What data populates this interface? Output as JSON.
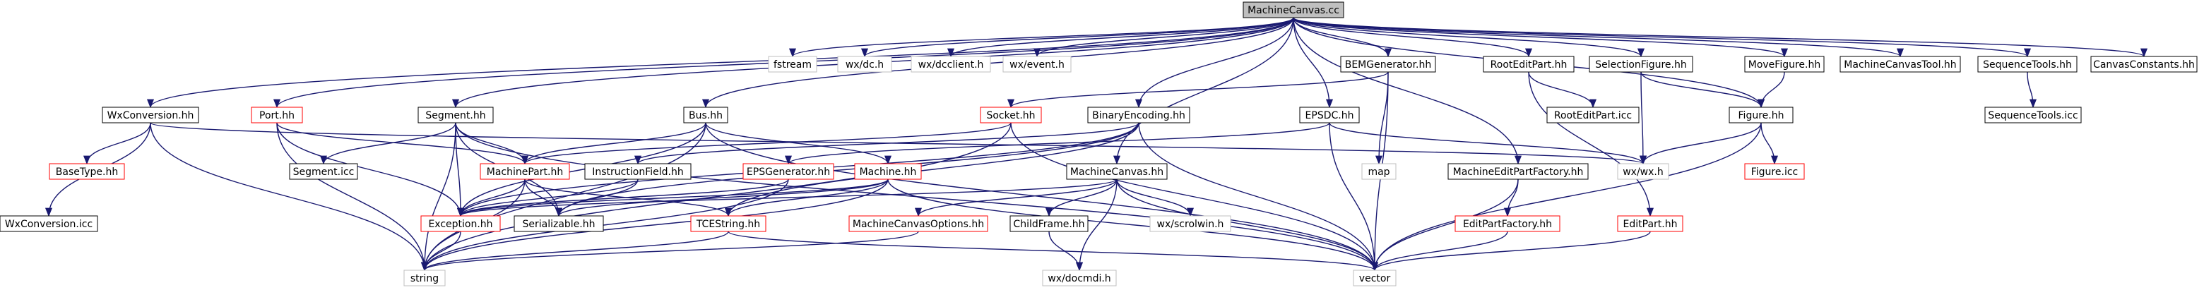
{
  "colors": {
    "edge": "#191970",
    "edge_gray": "#c0c0c0",
    "box_root_fill": "#bfbfbf",
    "box_border_black": "#000000",
    "box_border_red": "#ff0000",
    "box_border_gray": "#bfbfbf",
    "text": "#000000"
  },
  "nodes": {
    "machinecanvas_cc": {
      "label": "MachineCanvas.cc",
      "style": "root"
    },
    "fstream": {
      "label": "fstream",
      "style": "gray"
    },
    "wx_dc_h": {
      "label": "wx/dc.h",
      "style": "gray"
    },
    "wx_dcclient_h": {
      "label": "wx/dcclient.h",
      "style": "gray"
    },
    "wx_event_h": {
      "label": "wx/event.h",
      "style": "gray"
    },
    "bemgenerator_hh": {
      "label": "BEMGenerator.hh",
      "style": "black"
    },
    "rooteditpart_hh": {
      "label": "RootEditPart.hh",
      "style": "black"
    },
    "selectionfigure_hh": {
      "label": "SelectionFigure.hh",
      "style": "black"
    },
    "movefigure_hh": {
      "label": "MoveFigure.hh",
      "style": "black"
    },
    "machinecanvastool_hh": {
      "label": "MachineCanvasTool.hh",
      "style": "black"
    },
    "sequencetools_hh": {
      "label": "SequenceTools.hh",
      "style": "black"
    },
    "canvasconstants_hh": {
      "label": "CanvasConstants.hh",
      "style": "black"
    },
    "wxconversion_hh": {
      "label": "WxConversion.hh",
      "style": "black"
    },
    "port_hh": {
      "label": "Port.hh",
      "style": "red"
    },
    "segment_hh": {
      "label": "Segment.hh",
      "style": "black"
    },
    "bus_hh": {
      "label": "Bus.hh",
      "style": "black"
    },
    "socket_hh": {
      "label": "Socket.hh",
      "style": "red"
    },
    "binaryencoding_hh": {
      "label": "BinaryEncoding.hh",
      "style": "black"
    },
    "epsdc_hh": {
      "label": "EPSDC.hh",
      "style": "black"
    },
    "rooteditpart_icc": {
      "label": "RootEditPart.icc",
      "style": "black"
    },
    "figure_hh": {
      "label": "Figure.hh",
      "style": "black"
    },
    "sequencetools_icc": {
      "label": "SequenceTools.icc",
      "style": "black"
    },
    "basetype_hh": {
      "label": "BaseType.hh",
      "style": "red"
    },
    "segment_icc": {
      "label": "Segment.icc",
      "style": "black"
    },
    "machinepart_hh": {
      "label": "MachinePart.hh",
      "style": "red"
    },
    "instructionfield_hh": {
      "label": "InstructionField.hh",
      "style": "black"
    },
    "epsgenerator_hh": {
      "label": "EPSGenerator.hh",
      "style": "red"
    },
    "machine_hh": {
      "label": "Machine.hh",
      "style": "red"
    },
    "machinecanvas_hh": {
      "label": "MachineCanvas.hh",
      "style": "black"
    },
    "map": {
      "label": "map",
      "style": "gray"
    },
    "machineeditpartfactory_hh": {
      "label": "MachineEditPartFactory.hh",
      "style": "black"
    },
    "wx_wx_h": {
      "label": "wx/wx.h",
      "style": "gray"
    },
    "figure_icc": {
      "label": "Figure.icc",
      "style": "red"
    },
    "wxconversion_icc": {
      "label": "WxConversion.icc",
      "style": "black"
    },
    "exception_hh": {
      "label": "Exception.hh",
      "style": "red"
    },
    "serializable_hh": {
      "label": "Serializable.hh",
      "style": "black"
    },
    "tcestring_hh": {
      "label": "TCEString.hh",
      "style": "red"
    },
    "machinecanvasoptions_hh": {
      "label": "MachineCanvasOptions.hh",
      "style": "red"
    },
    "childframe_hh": {
      "label": "ChildFrame.hh",
      "style": "black"
    },
    "wx_scrolwin_h": {
      "label": "wx/scrolwin.h",
      "style": "gray"
    },
    "editpartfactory_hh": {
      "label": "EditPartFactory.hh",
      "style": "red"
    },
    "editpart_hh": {
      "label": "EditPart.hh",
      "style": "red"
    },
    "string": {
      "label": "string",
      "style": "gray"
    },
    "wx_docmdi_h": {
      "label": "wx/docmdi.h",
      "style": "gray"
    },
    "vector": {
      "label": "vector",
      "style": "gray"
    }
  },
  "edges": [
    [
      "machinecanvas_cc",
      "fstream"
    ],
    [
      "machinecanvas_cc",
      "wx_dc_h"
    ],
    [
      "machinecanvas_cc",
      "wx_dcclient_h"
    ],
    [
      "machinecanvas_cc",
      "wx_event_h"
    ],
    [
      "machinecanvas_cc",
      "bemgenerator_hh"
    ],
    [
      "machinecanvas_cc",
      "rooteditpart_hh"
    ],
    [
      "machinecanvas_cc",
      "selectionfigure_hh"
    ],
    [
      "machinecanvas_cc",
      "movefigure_hh"
    ],
    [
      "machinecanvas_cc",
      "machinecanvastool_hh"
    ],
    [
      "machinecanvas_cc",
      "sequencetools_hh"
    ],
    [
      "machinecanvas_cc",
      "canvasconstants_hh"
    ],
    [
      "machinecanvas_cc",
      "wxconversion_hh"
    ],
    [
      "machinecanvas_cc",
      "port_hh"
    ],
    [
      "machinecanvas_cc",
      "segment_hh"
    ],
    [
      "machinecanvas_cc",
      "bus_hh"
    ],
    [
      "machinecanvas_cc",
      "binaryencoding_hh"
    ],
    [
      "machinecanvas_cc",
      "epsdc_hh"
    ],
    [
      "machinecanvas_cc",
      "machinecanvas_hh"
    ],
    [
      "machinecanvas_cc",
      "machineeditpartfactory_hh"
    ],
    [
      "machinecanvas_cc",
      "figure_hh"
    ],
    [
      "bemgenerator_hh",
      "socket_hh"
    ],
    [
      "bemgenerator_hh",
      "map"
    ],
    [
      "bemgenerator_hh",
      "vector"
    ],
    [
      "rooteditpart_hh",
      "rooteditpart_icc"
    ],
    [
      "rooteditpart_hh",
      "editpart_hh"
    ],
    [
      "selectionfigure_hh",
      "figure_hh"
    ],
    [
      "selectionfigure_hh",
      "wx_wx_h"
    ],
    [
      "movefigure_hh",
      "figure_hh"
    ],
    [
      "sequencetools_hh",
      "sequencetools_icc"
    ],
    [
      "wxconversion_hh",
      "basetype_hh"
    ],
    [
      "wxconversion_hh",
      "wxconversion_icc"
    ],
    [
      "wxconversion_hh",
      "string"
    ],
    [
      "wxconversion_hh",
      "wx_wx_h"
    ],
    [
      "port_hh",
      "machinepart_hh"
    ],
    [
      "port_hh",
      "exception_hh"
    ],
    [
      "port_hh",
      "string"
    ],
    [
      "segment_hh",
      "segment_icc"
    ],
    [
      "segment_hh",
      "machinepart_hh"
    ],
    [
      "segment_hh",
      "exception_hh"
    ],
    [
      "segment_hh",
      "serializable_hh"
    ],
    [
      "segment_hh",
      "string"
    ],
    [
      "segment_hh",
      "vector"
    ],
    [
      "bus_hh",
      "machinepart_hh"
    ],
    [
      "bus_hh",
      "machine_hh"
    ],
    [
      "bus_hh",
      "exception_hh"
    ],
    [
      "bus_hh",
      "string"
    ],
    [
      "bus_hh",
      "vector"
    ],
    [
      "socket_hh",
      "machinepart_hh"
    ],
    [
      "socket_hh",
      "string"
    ],
    [
      "socket_hh",
      "vector"
    ],
    [
      "binaryencoding_hh",
      "instructionfield_hh"
    ],
    [
      "binaryencoding_hh",
      "serializable_hh"
    ],
    [
      "binaryencoding_hh",
      "exception_hh"
    ],
    [
      "binaryencoding_hh",
      "tcestring_hh"
    ],
    [
      "binaryencoding_hh",
      "vector"
    ],
    [
      "epsdc_hh",
      "epsgenerator_hh"
    ],
    [
      "epsdc_hh",
      "wx_wx_h"
    ],
    [
      "epsdc_hh",
      "vector"
    ],
    [
      "figure_hh",
      "figure_icc"
    ],
    [
      "figure_hh",
      "wx_wx_h"
    ],
    [
      "figure_hh",
      "vector"
    ],
    [
      "machinepart_hh",
      "exception_hh"
    ],
    [
      "machinepart_hh",
      "serializable_hh"
    ],
    [
      "machinepart_hh",
      "tcestring_hh"
    ],
    [
      "machinepart_hh",
      "string"
    ],
    [
      "instructionfield_hh",
      "exception_hh"
    ],
    [
      "instructionfield_hh",
      "serializable_hh"
    ],
    [
      "epsgenerator_hh",
      "exception_hh"
    ],
    [
      "epsgenerator_hh",
      "string"
    ],
    [
      "machine_hh",
      "exception_hh"
    ],
    [
      "machine_hh",
      "serializable_hh"
    ],
    [
      "machine_hh",
      "tcestring_hh"
    ],
    [
      "machine_hh",
      "string"
    ],
    [
      "machine_hh",
      "vector"
    ],
    [
      "machinecanvas_hh",
      "machinecanvasoptions_hh"
    ],
    [
      "machinecanvas_hh",
      "childframe_hh"
    ],
    [
      "machinecanvas_hh",
      "wx_scrolwin_h"
    ],
    [
      "machinecanvas_hh",
      "wx_docmdi_h"
    ],
    [
      "machinecanvas_hh",
      "vector"
    ],
    [
      "machinecanvas_hh",
      "exception_hh"
    ],
    [
      "machineeditpartfactory_hh",
      "editpartfactory_hh"
    ],
    [
      "machineeditpartfactory_hh",
      "vector"
    ],
    [
      "editpartfactory_hh",
      "vector"
    ],
    [
      "editpart_hh",
      "vector"
    ],
    [
      "exception_hh",
      "string"
    ],
    [
      "tcestring_hh",
      "string"
    ],
    [
      "tcestring_hh",
      "vector"
    ],
    [
      "machinecanvasoptions_hh",
      "string"
    ],
    [
      "childframe_hh",
      "wx_docmdi_h"
    ]
  ]
}
